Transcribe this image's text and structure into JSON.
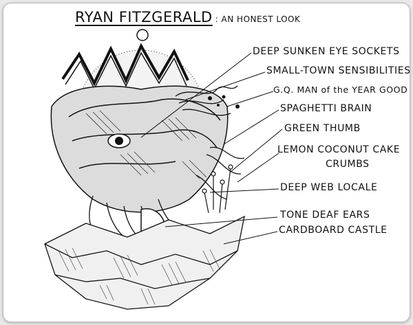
{
  "title": {
    "main": "RYAN FITZGERALD",
    "sub": ": AN HONEST LOOK"
  },
  "labels": [
    "DEEP SUNKEN EYE SOCKETS",
    "SMALL-TOWN SENSIBILITIES",
    "G.Q. MAN of the YEAR GOOD LOOKS",
    "SPAGHETTI BRAIN",
    "GREEN THUMB",
    "LEMON COCONUT CAKE",
    "CRUMBS",
    "DEEP WEB LOCALE",
    "TONE DEAF EARS",
    "CARDBOARD CASTLE"
  ]
}
